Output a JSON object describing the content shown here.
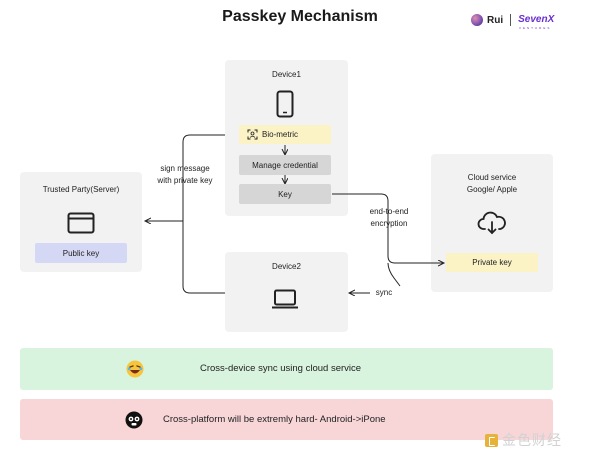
{
  "title": "Passkey Mechanism",
  "brand": {
    "rui": "Rui",
    "sevenx": "SevenX",
    "sevenx_sub": "VENTURES"
  },
  "device1": {
    "label": "Device1",
    "biometric": "Bio-metric",
    "manage": "Manage credential",
    "key": "Key"
  },
  "device2": {
    "label": "Device2"
  },
  "trusted": {
    "label": "Trusted Party(Server)",
    "public_key": "Public key"
  },
  "cloud": {
    "label_line1": "Cloud service",
    "label_line2": "Google/ Apple",
    "private_key": "Private key"
  },
  "edges": {
    "sign_line1": "sign message",
    "sign_line2": "with private key",
    "e2e_line1": "end-to-end",
    "e2e_line2": "encryption",
    "sync": "sync"
  },
  "banners": {
    "green": "Cross-device sync using cloud service",
    "red": "Cross-platform will be extremly hard- Android->iPone"
  },
  "watermark": "金色财经",
  "icons": [
    "phone-icon",
    "face-id-icon",
    "browser-window-icon",
    "cloud-download-icon",
    "laptop-icon",
    "laughing-emoji-icon",
    "skull-emoji-icon"
  ]
}
